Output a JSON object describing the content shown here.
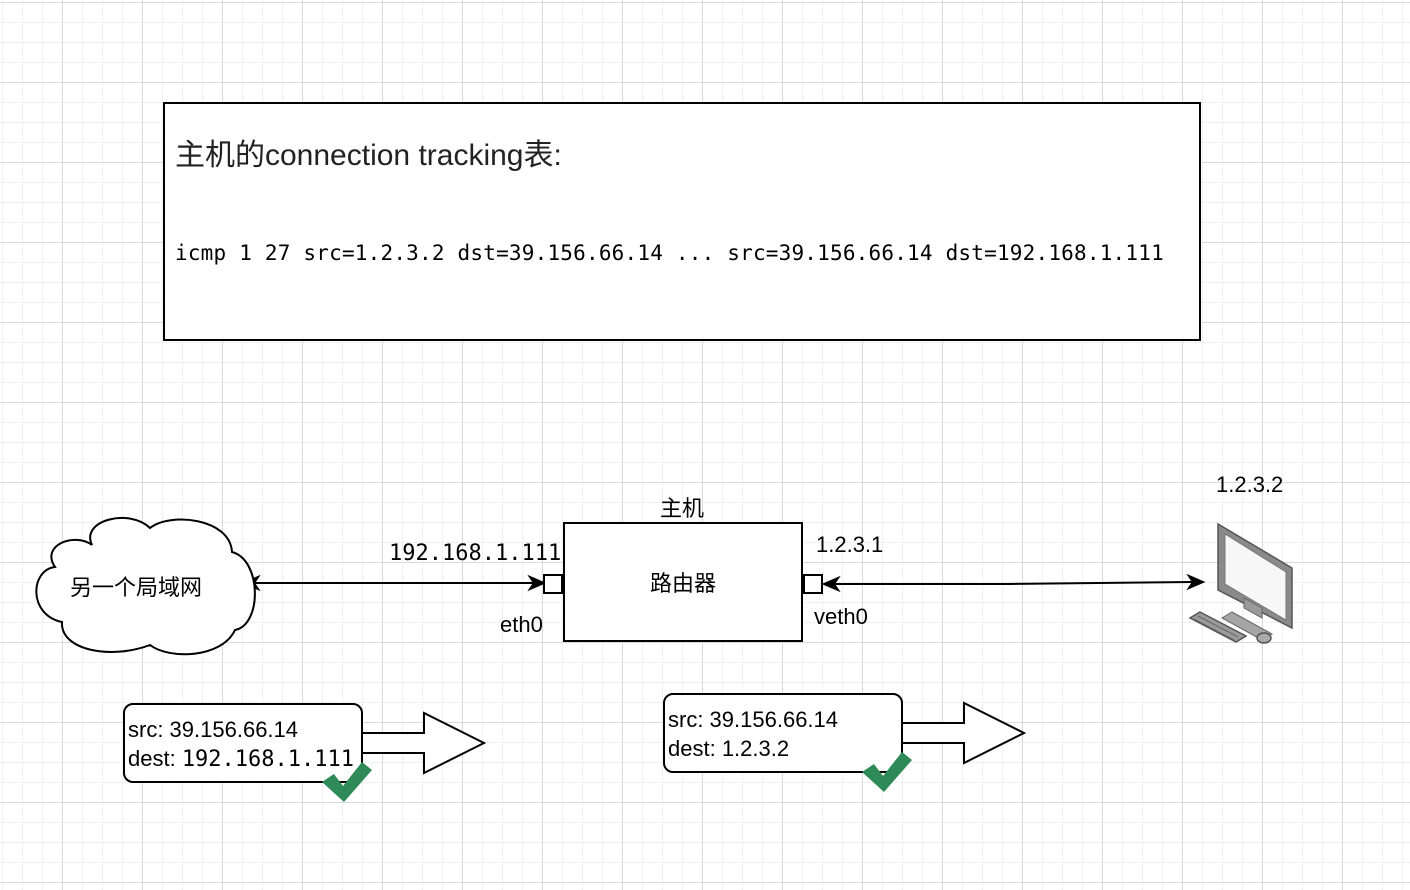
{
  "conntrack": {
    "title": "主机的connection tracking表:",
    "entry": "icmp 1 27 src=1.2.3.2 dst=39.156.66.14 ... src=39.156.66.14 dst=192.168.1.111"
  },
  "host": {
    "label": "主机",
    "router_label": "路由器",
    "eth0": {
      "name": "eth0",
      "ip": "192.168.1.111"
    },
    "veth0": {
      "name": "veth0",
      "ip": "1.2.3.1"
    }
  },
  "cloud": {
    "label": "另一个局域网"
  },
  "computer": {
    "ip": "1.2.3.2"
  },
  "packets": [
    {
      "src": "src: 39.156.66.14",
      "dest_prefix": "dest: ",
      "dest_ip": "192.168.1.111",
      "status_icon": "checkmark-icon"
    },
    {
      "src": "src: 39.156.66.14",
      "dest_prefix": "dest: ",
      "dest_ip": "1.2.3.2",
      "status_icon": "checkmark-icon"
    }
  ],
  "colors": {
    "check": "#2e8b57",
    "line": "#000000"
  }
}
